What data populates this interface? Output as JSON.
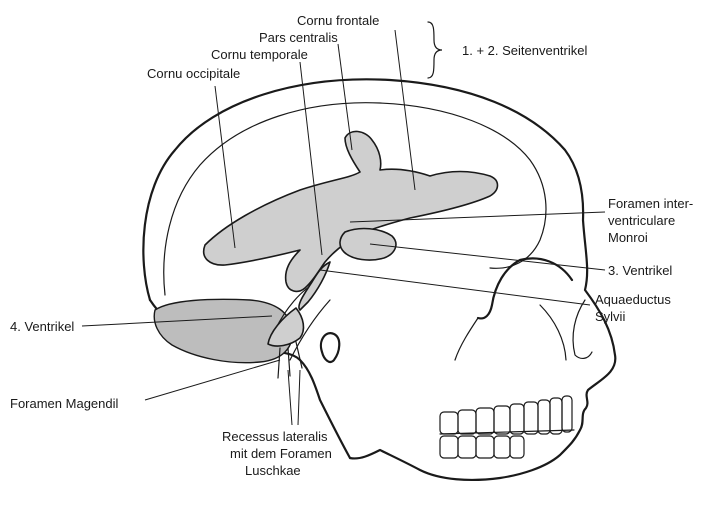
{
  "labels": {
    "cornu_frontale": "Cornu frontale",
    "pars_centralis": "Pars centralis",
    "cornu_temporale": "Cornu temporale",
    "cornu_occipitale": "Cornu occipitale",
    "seitenventrikel": "1. + 2. Seitenventrikel",
    "foramen_line1": "Foramen inter-",
    "foramen_line2": "ventriculare",
    "foramen_line3": "Monroi",
    "ventrikel_3": "3. Ventrikel",
    "aquaeductus_line1": "Aquaeductus",
    "aquaeductus_line2": "Sylvii",
    "ventrikel_4": "4. Ventrikel",
    "foramen_magendil": "Foramen Magendil",
    "recessus_line1": "Recessus lateralis",
    "recessus_line2": "mit dem Foramen",
    "recessus_line3": "Luschkae"
  },
  "colors": {
    "line": "#1a1a1a",
    "ventricle_fill": "#cfcfcf",
    "background": "#ffffff"
  }
}
